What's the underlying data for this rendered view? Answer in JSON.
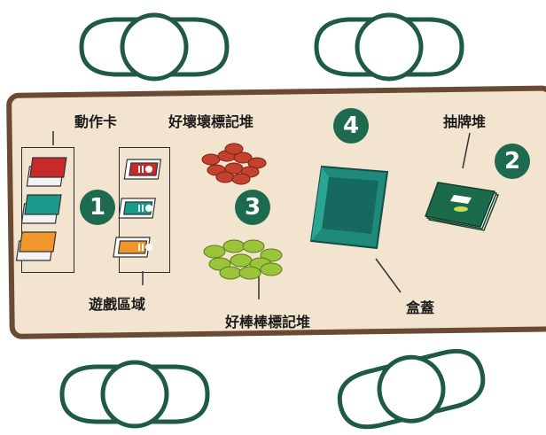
{
  "labels": {
    "action_cards": "動作卡",
    "bad_tokens": "好壞壞標記堆",
    "draw_pile": "抽牌堆",
    "play_area": "遊戲區域",
    "good_tokens": "好棒棒標記堆",
    "box_lid": "盒蓋"
  },
  "badges": {
    "one": "1",
    "two": "2",
    "three": "3",
    "four": "4"
  },
  "colors": {
    "table": "#f3e4cf",
    "table_border": "#6a4a33",
    "badge": "#1e6a4e",
    "card_red": "#c62a2a",
    "card_teal": "#1a9a8a",
    "card_orange": "#f0962a",
    "lid": "#1f8a7c",
    "bad_tokens": "#c3422e",
    "good_tokens": "#9cc43a",
    "seat_stroke": "#1e5a44"
  },
  "icons": [
    "seat-icon",
    "card-stack-icon",
    "token-pile-icon",
    "box-lid-icon",
    "draw-pile-icon"
  ]
}
